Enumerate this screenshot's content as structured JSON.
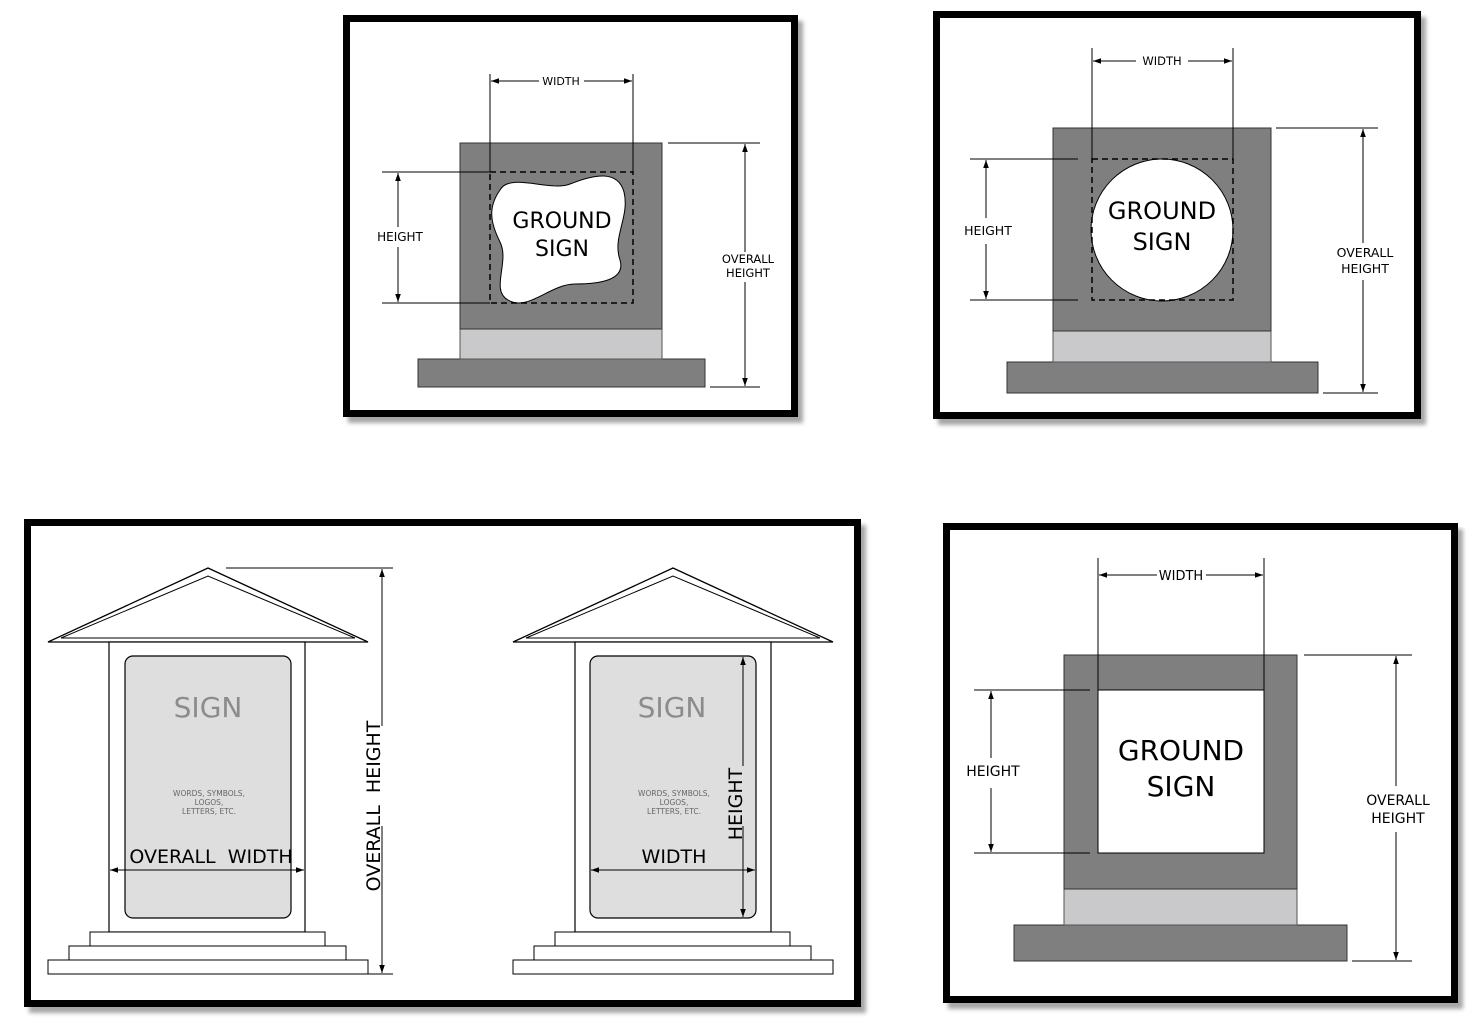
{
  "panels": {
    "irregular": {
      "width_label": "WIDTH",
      "height_label": "HEIGHT",
      "overall_height_line1": "OVERALL",
      "overall_height_line2": "HEIGHT",
      "sign_line1": "GROUND",
      "sign_line2": "SIGN"
    },
    "circle": {
      "width_label": "WIDTH",
      "height_label": "HEIGHT",
      "overall_height_line1": "OVERALL",
      "overall_height_line2": "HEIGHT",
      "sign_line1": "GROUND",
      "sign_line2": "SIGN"
    },
    "kiosk": {
      "left": {
        "sign_label": "SIGN",
        "content_line1": "WORDS, SYMBOLS,",
        "content_line2": "LOGOS,",
        "content_line3": "LETTERS, ETC.",
        "width_label": "OVERALL  WIDTH",
        "height_label": "OVERALL  HEIGHT"
      },
      "right": {
        "sign_label": "SIGN",
        "content_line1": "WORDS, SYMBOLS,",
        "content_line2": "LOGOS,",
        "content_line3": "LETTERS, ETC.",
        "width_label": "WIDTH",
        "height_label": "HEIGHT"
      }
    },
    "square": {
      "width_label": "WIDTH",
      "height_label": "HEIGHT",
      "overall_height_line1": "OVERALL",
      "overall_height_line2": "HEIGHT",
      "sign_line1": "GROUND",
      "sign_line2": "SIGN"
    }
  },
  "colors": {
    "dark_gray": "#7f7f7f",
    "light_gray": "#c9c9cb",
    "sign_panel": "#dedede",
    "line": "#000000"
  }
}
